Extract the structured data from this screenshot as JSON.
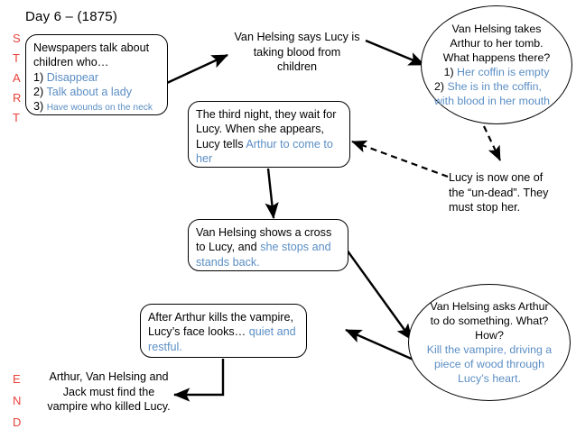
{
  "page": {
    "title": "Day 6 – (1875)",
    "accent_blue": "#5b8ec4",
    "accent_red": "#e8413a",
    "line_color": "#000000"
  },
  "markers": {
    "start": [
      "S",
      "T",
      "A",
      "R",
      "T"
    ],
    "end": [
      "E",
      "N",
      "D"
    ]
  },
  "nodes": {
    "newspapers": {
      "line1": "Newspapers talk about",
      "line2": "children who…",
      "item1_num": "1)",
      "item1_text": "Disappear",
      "item2_num": "2)",
      "item2_text": "Talk about a lady",
      "item3_num": "3)",
      "item3_text": "Have wounds on the neck"
    },
    "van_helsing_says": {
      "line1": "Van Helsing says Lucy is",
      "line2": "taking blood from",
      "line3": "children"
    },
    "tomb": {
      "line1": "Van Helsing takes",
      "line2": "Arthur to her tomb.",
      "line3": "What happens there?",
      "item1_num": "1)",
      "item1_text": "Her coffin is empty",
      "item2_num": "2)",
      "item2_text": "She is in the coffin,",
      "item2_text_cont": "with blood in her mouth"
    },
    "third_night": {
      "black_text": "The third night, they wait for Lucy. When she appears, Lucy tells ",
      "blue_text": "Arthur to come to her"
    },
    "undead": {
      "line1": "Lucy is now one of",
      "line2": "the “un-dead”. They",
      "line3": "must stop her."
    },
    "cross": {
      "black_text": "Van Helsing shows a cross to Lucy, and ",
      "blue_text": "she stops and stands back."
    },
    "asks_arthur": {
      "line1": "Van Helsing asks Arthur",
      "line2": "to do something. What?",
      "line3": "How?",
      "answer1": "Kill the vampire, driving a",
      "answer2": "piece of wood through",
      "answer3": "Lucy’s heart."
    },
    "after_kills": {
      "black_text": "After Arthur kills the vampire, Lucy’s face looks… ",
      "blue_text": "quiet and restful."
    },
    "must_find": {
      "line1": "Arthur, Van Helsing and",
      "line2": "Jack must find the",
      "line3": "vampire who killed Lucy."
    }
  }
}
